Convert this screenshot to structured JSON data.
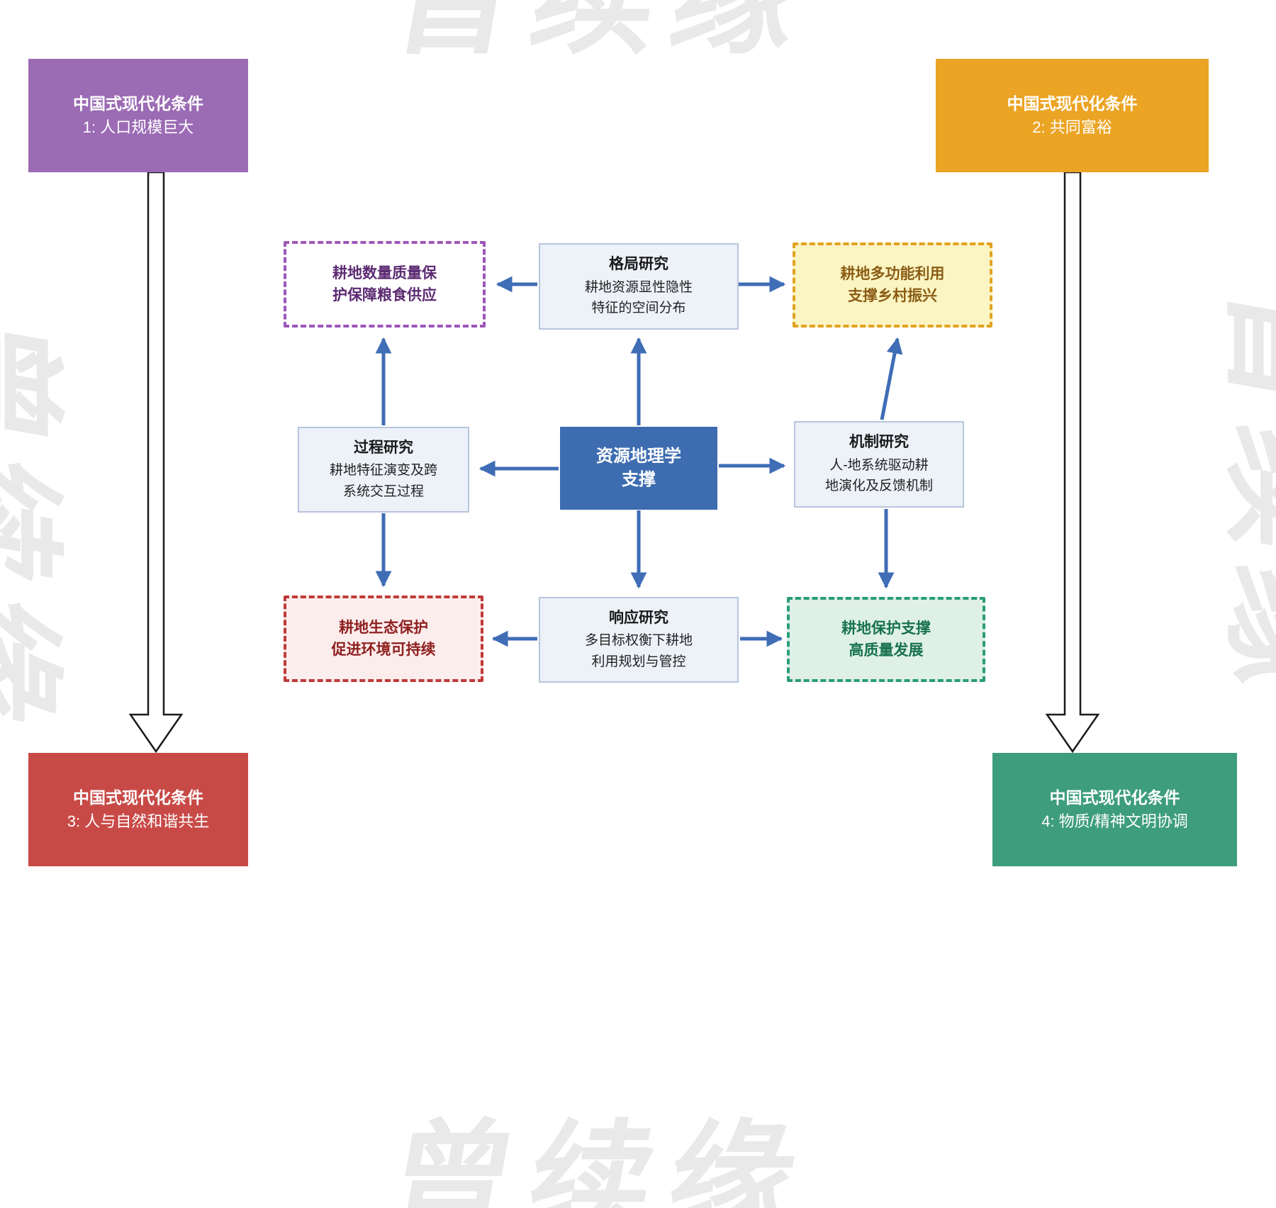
{
  "colors": {
    "arrow": "#3f6db6",
    "research_bg": "#edf1f8",
    "research_border": "#b7c5dd",
    "center_bg": "#3d6cb1",
    "watermark": "#e9e9e9"
  },
  "watermark": {
    "text": "曾续缘"
  },
  "corner_boxes": {
    "box1": {
      "title": "中国式现代化条件",
      "subtitle": "1: 人口规模巨大",
      "color": "#9b6bb4"
    },
    "box2": {
      "title": "中国式现代化条件",
      "subtitle": "2: 共同富裕",
      "color": "#eba424"
    },
    "box3": {
      "title": "中国式现代化条件",
      "subtitle": "3: 人与自然和谐共生",
      "color": "#c84a47"
    },
    "box4": {
      "title": "中国式现代化条件",
      "subtitle": "4: 物质/精神文明协调",
      "color": "#3d9d7c"
    }
  },
  "center_box": {
    "line1": "资源地理学",
    "line2": "支撑"
  },
  "research_boxes": {
    "pattern": {
      "title": "格局研究",
      "line1": "耕地资源显性隐性",
      "line2": "特征的空间分布"
    },
    "process": {
      "title": "过程研究",
      "line1": "耕地特征演变及跨",
      "line2": "系统交互过程"
    },
    "mechanism": {
      "title": "机制研究",
      "line1": "人-地系统驱动耕",
      "line2": "地演化及反馈机制"
    },
    "response": {
      "title": "响应研究",
      "line1": "多目标权衡下耕地",
      "line2": "利用规划与管控"
    }
  },
  "outcome_boxes": {
    "food": {
      "line1": "耕地数量质量保",
      "line2": "护保障粮食供应",
      "border": "#9c56b8",
      "bg": "#ffffff",
      "text": "#5c2a72"
    },
    "rural": {
      "line1": "耕地多功能利用",
      "line2": "支撑乡村振兴",
      "border": "#e2a221",
      "bg": "#fbf5c3",
      "text": "#8a5c14"
    },
    "eco": {
      "line1": "耕地生态保护",
      "line2": "促进环境可持续",
      "border": "#c03938",
      "bg": "#fceded",
      "text": "#8e2020"
    },
    "quality": {
      "line1": "耕地保护支撑",
      "line2": "高质量发展",
      "border": "#2a9d72",
      "bg": "#dff0e9",
      "text": "#17724d"
    }
  }
}
